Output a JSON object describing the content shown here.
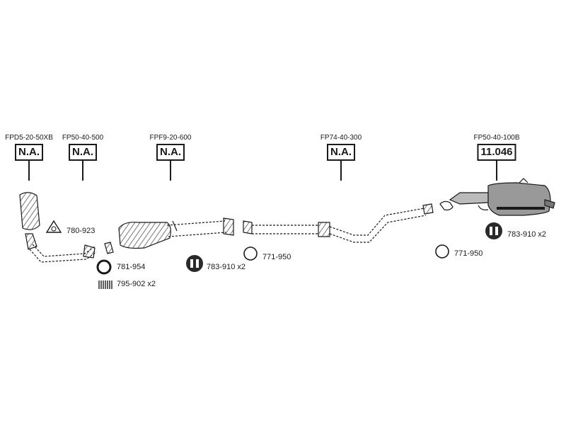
{
  "callouts": [
    {
      "code": "FPD5-20-50XB",
      "price": "N.A."
    },
    {
      "code": "FP50-40-500",
      "price": "N.A."
    },
    {
      "code": "FPF9-20-600",
      "price": "N.A."
    },
    {
      "code": "FP74-40-300",
      "price": "N.A."
    },
    {
      "code": "FP50-40-100B",
      "price": "11.046"
    }
  ],
  "accessories": [
    {
      "icon": "triangle-gasket-icon",
      "label": "780-923"
    },
    {
      "icon": "ring-gasket-icon",
      "label": "781-954"
    },
    {
      "icon": "spring-icon",
      "label": "795-902 x2"
    },
    {
      "icon": "rubber-hanger-icon",
      "label": "783-910 x2"
    },
    {
      "icon": "ring-seal-icon",
      "label": "771-950"
    },
    {
      "icon": "ring-seal-icon",
      "label": "771-950"
    },
    {
      "icon": "rubber-hanger-icon",
      "label": "783-910 x2"
    }
  ],
  "colors": {
    "ink": "#1a1a1a",
    "shade": "#888888",
    "hatch": "#555555"
  }
}
